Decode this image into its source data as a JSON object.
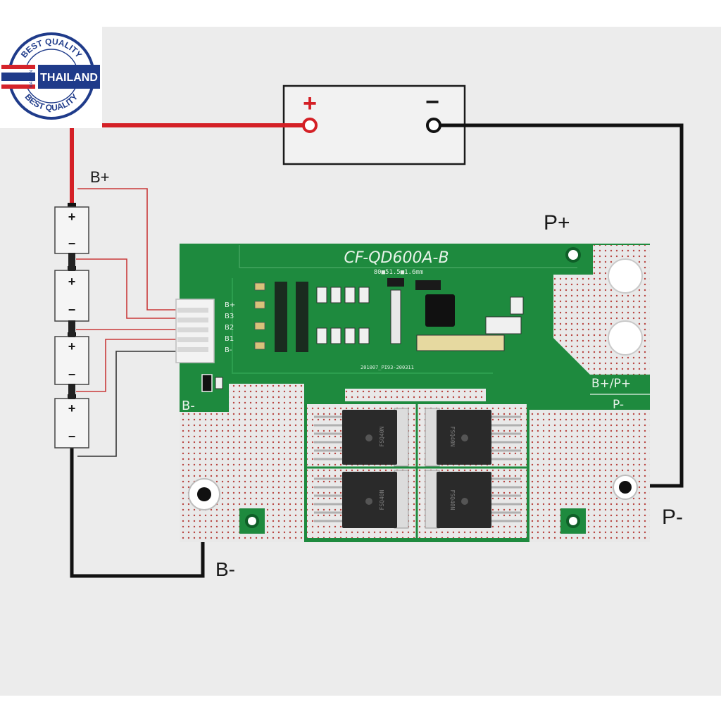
{
  "badge": {
    "arc_top": "BEST QUALITY",
    "arc_bottom": "BEST QUALITY",
    "side_text": "MADE IN",
    "country": "THAILAND",
    "colors": {
      "ring": "#1f3b8a",
      "flag_red": "#d5232a",
      "flag_blue": "#1f3b8a"
    }
  },
  "load": {
    "plus_symbol": "+",
    "minus_symbol": "−"
  },
  "labels": {
    "b_plus": "B+",
    "p_plus": "P+",
    "p_minus": "P-",
    "b_minus": "B-"
  },
  "cells": [
    {
      "plus": "+",
      "minus": "−"
    },
    {
      "plus": "+",
      "minus": "−"
    },
    {
      "plus": "+",
      "minus": "−"
    },
    {
      "plus": "+",
      "minus": "−"
    }
  ],
  "board": {
    "model": "CF-QD600A-B",
    "dimensions": "80■51.5■1.6mm",
    "date_code": "201007_PI93-200311",
    "connector_pins": [
      "B+",
      "B3",
      "B2",
      "B1",
      "B-"
    ],
    "pad_b_minus": "B-",
    "pad_bp_plus": "B+/P+",
    "pad_p_minus": "P-",
    "mosfet_marking": "FSQ40N",
    "colors": {
      "pcb": "#1e8a3e",
      "pad": "#e6e6e6",
      "mosfet": "#2a2a2a"
    }
  },
  "wire_colors": {
    "positive": "#d42026",
    "negative": "#111111",
    "balance": "#c93a3a"
  }
}
